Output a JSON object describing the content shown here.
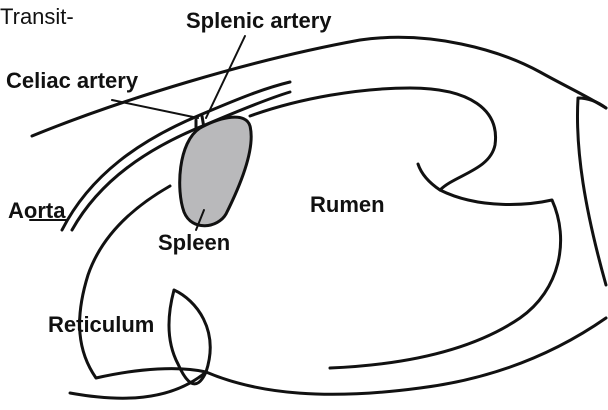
{
  "labels": {
    "top_left_fragment": "Transit-",
    "splenic_artery": "Splenic artery",
    "celiac_artery": "Celiac artery",
    "aorta": "Aorta",
    "rumen": "Rumen",
    "spleen": "Spleen",
    "reticulum": "Reticulum"
  },
  "colors": {
    "spleen_fill": "#b9b9bb",
    "line": "#111111",
    "background": "#ffffff"
  }
}
